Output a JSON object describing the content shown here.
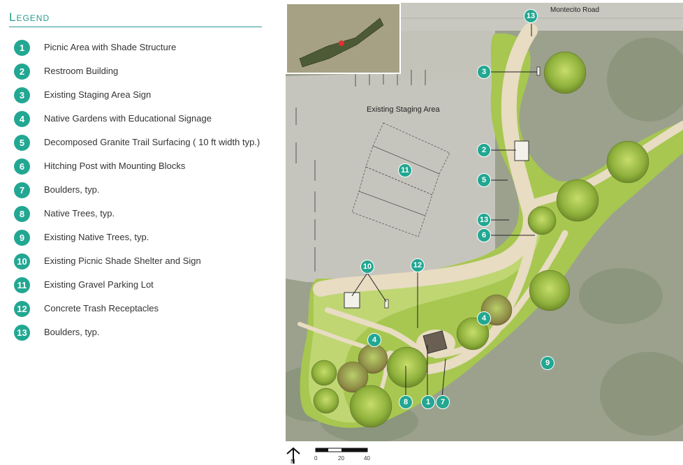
{
  "legend": {
    "title": "Legend",
    "items": [
      {
        "number": "1",
        "label": "Picnic Area with Shade Structure"
      },
      {
        "number": "2",
        "label": "Restroom Building"
      },
      {
        "number": "3",
        "label": "Existing Staging Area Sign"
      },
      {
        "number": "4",
        "label": "Native Gardens with Educational Signage"
      },
      {
        "number": "5",
        "label": "Decomposed Granite Trail Surfacing ( 10 ft width typ.)"
      },
      {
        "number": "6",
        "label": "Hitching Post with Mounting Blocks"
      },
      {
        "number": "7",
        "label": "Boulders, typ."
      },
      {
        "number": "8",
        "label": "Native Trees, typ."
      },
      {
        "number": "9",
        "label": "Existing Native Trees, typ."
      },
      {
        "number": "10",
        "label": "Existing Picnic Shade Shelter and Sign"
      },
      {
        "number": "11",
        "label": "Existing Gravel Parking Lot"
      },
      {
        "number": "12",
        "label": "Concrete Trash Receptacles"
      },
      {
        "number": "13",
        "label": "Boulders, typ."
      }
    ]
  },
  "map": {
    "road_label": "Montecito Road",
    "area_label": "Existing Staging Area",
    "callouts": [
      "13",
      "3",
      "2",
      "11",
      "5",
      "13",
      "6",
      "10",
      "12",
      "4",
      "4",
      "9",
      "8",
      "1",
      "7"
    ]
  },
  "scale": {
    "north_label": "N",
    "ticks": [
      "0",
      "20",
      "40"
    ]
  },
  "colors": {
    "accent": "#22a792",
    "legend_text": "#2a9a8e"
  }
}
